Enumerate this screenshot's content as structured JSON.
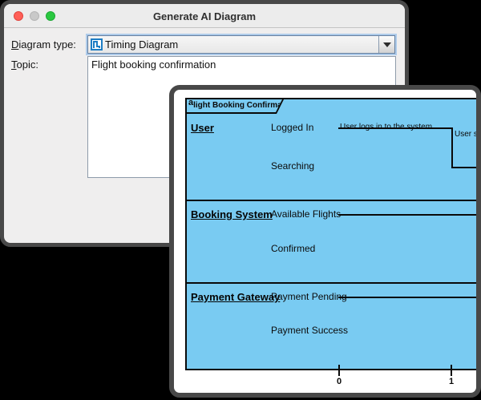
{
  "dialog": {
    "title": "Generate AI Diagram",
    "fields": {
      "diagram_type": {
        "label_first": "D",
        "label_rest": "iagram type:",
        "value": "Timing Diagram"
      },
      "topic": {
        "label_first": "T",
        "label_rest": "opic:",
        "value": "Flight booking confirmation"
      }
    }
  },
  "preview": {
    "frame_marker": "a",
    "frame_title": "light Booking Confirmation",
    "lifelines": [
      {
        "name": "User",
        "state_top": "Logged In",
        "state_bottom": "Searching",
        "message_1": "User logs in to the system",
        "message_2": "User sea"
      },
      {
        "name": "Booking System",
        "state_top": "Available Flights",
        "state_bottom": "Confirmed"
      },
      {
        "name": "Payment Gateway",
        "state_top": "Payment Pending",
        "state_bottom": "Payment Success"
      }
    ],
    "ticks": [
      "0",
      "1"
    ]
  },
  "colors": {
    "diagram_fill": "#79CBF2",
    "focus_ring": "#AECBEA",
    "traffic_close": "#FF5F57",
    "traffic_minimize": "#C9C9C9",
    "traffic_zoom": "#2AC840",
    "window_border": "#484848"
  }
}
